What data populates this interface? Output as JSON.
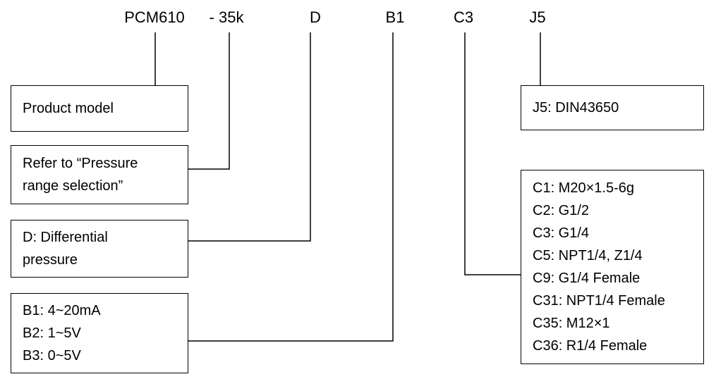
{
  "codes": {
    "model": "PCM610",
    "range": "- 35k",
    "type": "D",
    "output": "B1",
    "thread": "C3",
    "connector": "J5"
  },
  "boxes": {
    "product_model": [
      "Product model"
    ],
    "pressure_range": [
      "Refer to “Pressure",
      "range selection”"
    ],
    "pressure_type": [
      "D: Differential",
      "pressure"
    ],
    "output_signal": [
      "B1: 4~20mA",
      "B2: 1~5V",
      "B3: 0~5V"
    ],
    "electrical_connector": [
      "J5: DIN43650"
    ],
    "process_thread": [
      "C1: M20×1.5-6g",
      "C2: G1/2",
      "C3: G1/4",
      "C5: NPT1/4, Z1/4",
      "C9: G1/4 Female",
      "C31: NPT1/4 Female",
      "C35: M12×1",
      "C36: R1/4 Female"
    ]
  }
}
